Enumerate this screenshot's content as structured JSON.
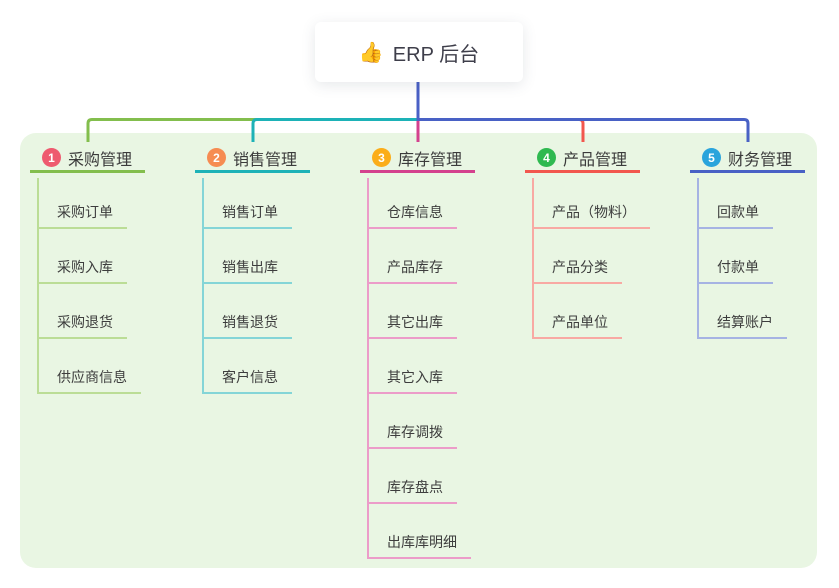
{
  "root": {
    "icon": "👍",
    "title": "ERP 后台"
  },
  "branches": [
    {
      "badge": "1",
      "label": "采购管理",
      "color": "#83BE4D",
      "light_color": "#BBDD96",
      "badge_color": "#EE5A6F",
      "children": [
        "采购订单",
        "采购入库",
        "采购退货",
        "供应商信息"
      ]
    },
    {
      "badge": "2",
      "label": "销售管理",
      "color": "#1DB2B7",
      "light_color": "#84D5D7",
      "badge_color": "#F68C52",
      "children": [
        "销售订单",
        "销售出库",
        "销售退货",
        "客户信息"
      ]
    },
    {
      "badge": "3",
      "label": "库存管理",
      "color": "#D4418E",
      "light_color": "#EC9CC9",
      "badge_color": "#FBAD19",
      "children": [
        "仓库信息",
        "产品库存",
        "其它出库",
        "其它入库",
        "库存调拨",
        "库存盘点",
        "出库库明细"
      ]
    },
    {
      "badge": "4",
      "label": "产品管理",
      "color": "#F2574E",
      "light_color": "#F8A9A3",
      "badge_color": "#2FB950",
      "children": [
        "产品（物料）",
        "产品分类",
        "产品单位"
      ]
    },
    {
      "badge": "5",
      "label": "财务管理",
      "color": "#4961C5",
      "light_color": "#A6B3E3",
      "badge_color": "#2AA4DC",
      "children": [
        "回款单",
        "付款单",
        "结算账户"
      ]
    }
  ],
  "colors": {
    "panel_background": "#E9F6E3",
    "root_connector": "#4A60C6",
    "root_text": "#3E3E4A"
  }
}
